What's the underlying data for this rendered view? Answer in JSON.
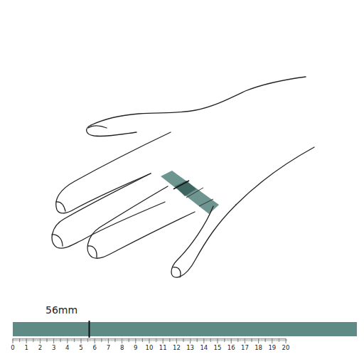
{
  "diagram": {
    "labels": [
      "56mm",
      "0",
      "1",
      "2",
      "3",
      "4",
      "5",
      "6",
      "7",
      "8",
      "9",
      "10",
      "11",
      "12",
      "13",
      "14",
      "15",
      "16",
      "17",
      "18",
      "19",
      "20"
    ]
  }
}
